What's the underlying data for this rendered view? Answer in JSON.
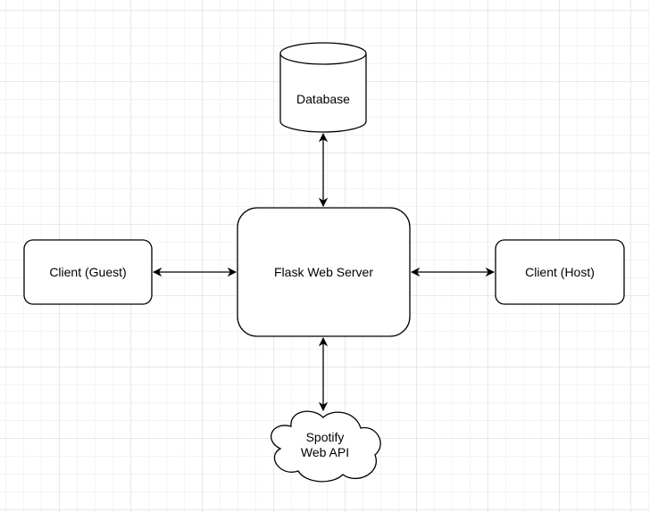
{
  "nodes": {
    "database": {
      "label": "Database"
    },
    "server": {
      "label": "Flask Web Server"
    },
    "guest": {
      "label": "Client (Guest)"
    },
    "host": {
      "label": "Client (Host)"
    },
    "spotify": {
      "label_line1": "Spotify",
      "label_line2": "Web API"
    }
  },
  "connections": [
    {
      "from": "database",
      "to": "server",
      "direction": "bidirectional"
    },
    {
      "from": "guest",
      "to": "server",
      "direction": "bidirectional"
    },
    {
      "from": "server",
      "to": "host",
      "direction": "bidirectional"
    },
    {
      "from": "server",
      "to": "spotify",
      "direction": "bidirectional"
    }
  ],
  "colors": {
    "stroke": "#000000",
    "fill": "#ffffff",
    "grid": "#e8e8e8"
  }
}
